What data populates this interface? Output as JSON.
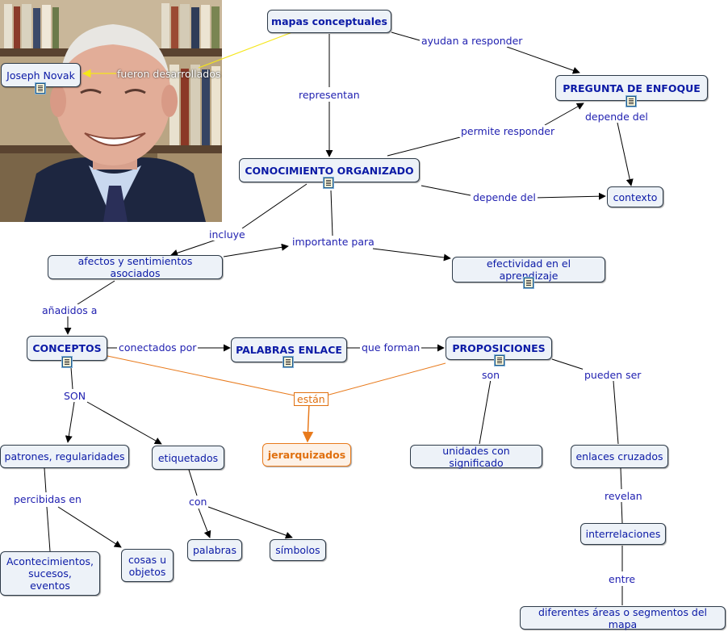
{
  "photo": {
    "alt": "Joseph Novak"
  },
  "nodes": {
    "mapas": "mapas conceptuales",
    "novak": "Joseph Novak",
    "pregunta": "PREGUNTA DE ENFOQUE",
    "conocimiento": "CONOCIMIENTO ORGANIZADO",
    "contexto": "contexto",
    "afectos": "afectos y sentimientos asociados",
    "efectividad": "efectividad en el aprendizaje",
    "conceptos": "CONCEPTOS",
    "palabras_enlace": "PALABRAS ENLACE",
    "proposiciones": "PROPOSICIONES",
    "patrones": "patrones, regularidades",
    "etiquetados": "etiquetados",
    "jerarquizados": "jerarquizados",
    "unidades": "unidades con significado",
    "enlaces_cruzados": "enlaces cruzados",
    "acontecimientos": "Acontecimientos,\nsucesos,\neventos",
    "cosas": "cosas u\nobjetos",
    "palabras": "palabras",
    "simbolos": "símbolos",
    "interrelaciones": "interrelaciones",
    "diferentes": "diferentes áreas o segmentos del mapa"
  },
  "links": {
    "ayudan": "ayudan a responder",
    "fueron": "fueron desarrollados",
    "representan": "representan",
    "permite": "permite responder",
    "depende1": "depende del",
    "depende2": "depende del",
    "incluye": "incluye",
    "importante": "importante para",
    "anadidos": "añadidos a",
    "conectados": "conectados por",
    "que_forman": "que forman",
    "son1": "SON",
    "estan": "están",
    "son2": "son",
    "pueden": "pueden ser",
    "percibidas": "percibidas en",
    "con": "con",
    "revelan": "revelan",
    "entre": "entre"
  },
  "colors": {
    "line": "#000000",
    "highlight_line": "#e87a1c",
    "photo_link": "#f5e61a",
    "node_text": "#0b1aa6",
    "link_text": "#1f1fb0"
  }
}
